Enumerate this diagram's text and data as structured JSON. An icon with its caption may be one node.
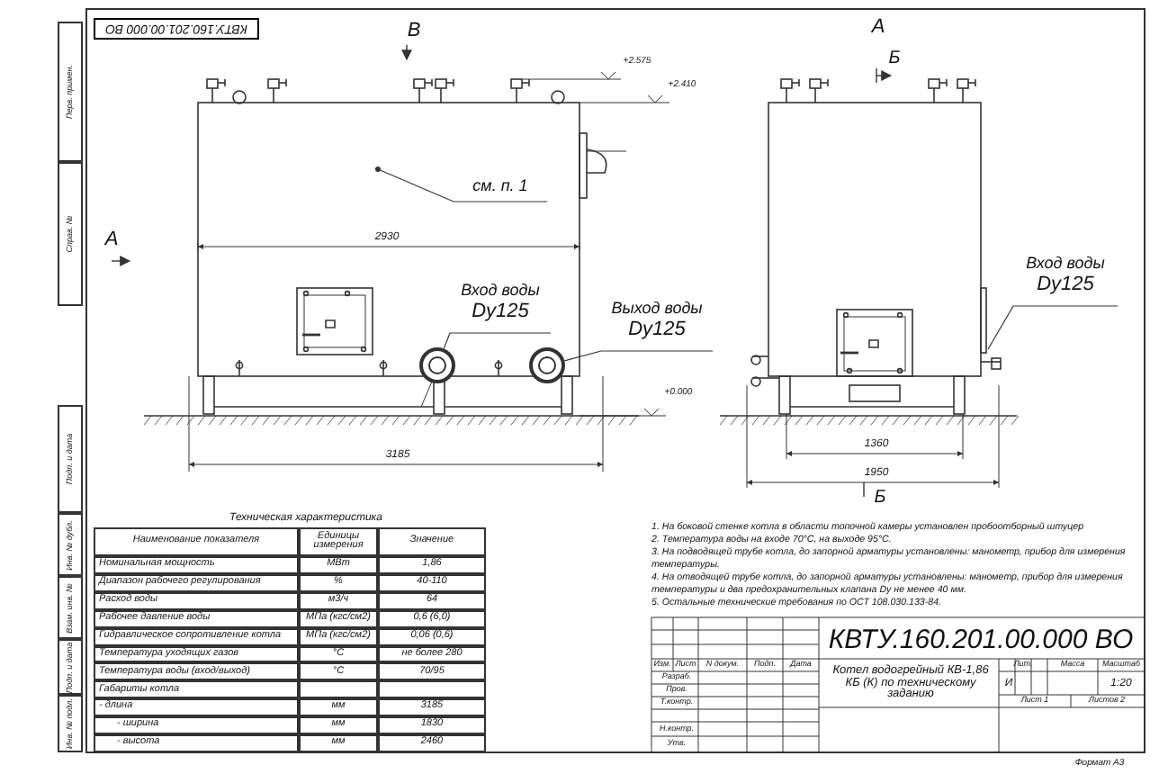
{
  "diagram": {
    "nodes": [
      {
        "text": [
          "см. п. 1"
        ]
      },
      {
        "text": [
          "Вход воды",
          "Dy125"
        ]
      },
      {
        "text": [],
        "shape": "circle"
      },
      {
        "text": [
          "Выход воды",
          "Dy125"
        ]
      },
      {
        "text": [],
        "shape": "circle"
      },
      {
        "text": [
          "Вход воды",
          "Dy125"
        ]
      }
    ],
    "edges": [
      {
        "from": 0,
        "to": null,
        "arrow": "other"
      },
      {
        "from": 1,
        "to": 2,
        "arrow": "none"
      },
      {
        "from": 3,
        "to": 4,
        "arrow": "none"
      },
      {
        "from": 5,
        "to": null,
        "arrow": "none"
      }
    ],
    "labels": [
      "КВТУ.160.201.00.000 ВО",
      "В",
      "+2.575",
      "+2.410",
      "А",
      "Б",
      "А",
      "2930",
      "+0.000",
      "3185",
      "1360",
      "1950",
      "Б",
      "Техническая характеристика",
      "Наименование показателя",
      "Единицы измерения",
      "Значение",
      "Номинальная мощность",
      "МВт",
      "1,86",
      "Диапазон рабочего регулирования",
      "%",
      "40-110",
      "Расход воды",
      "м3/ч",
      "64",
      "Рабочее давление воды",
      "МПа (кгс/см2)",
      "0,6 (6,0)",
      "Гидравлическое сопротивление котла",
      "МПа (кгс/см2)",
      "0,06 (0,6)",
      "Температура уходящих газов",
      "°С",
      "не более 280",
      "Температура воды (вход/выход)",
      "°С",
      "70/95",
      "Габариты котла",
      "- длина",
      "мм",
      "3185",
      "- ширина",
      "мм",
      "1830",
      "- высота",
      "мм",
      "2460",
      "1. На боковой стенке котла в области топочной камеры установлен пробоотборный штуцер",
      "2. Температура воды на входе 70°С, на выходе 95°С.",
      "3. На подводящей трубе котла, до запорной арматуры установлены: манометр, прибор для измерения температуры.",
      "4. На отводящей трубе котла, до запорной арматуры установлены: манометр, прибор для измерения температуры и два предохранительных клапана Dу не менее 40 мм.",
      "5. Остальные технические требования по ОСТ 108.030.133-84.",
      "КВТУ.160.201.00.000 ВО",
      "Изм.",
      "Лист",
      "N докум.",
      "Подп.",
      "Дата",
      "Разраб.",
      "Пров.",
      "Т.контр.",
      "Н.контр.",
      "Утв.",
      "Котел водогрейный КВ-1,86 КБ (К) по техническому заданию",
      "Лит.",
      "Масса",
      "Масштаб",
      "И",
      "1:20",
      "Лист 1",
      "Листов 2",
      "Формат А3",
      "Перв. примен.",
      "Справ. №",
      "Подп. и дата",
      "Инв. № дубл.",
      "Взам. инв. №",
      "Подп. и дата",
      "Инв. № подл."
    ]
  }
}
